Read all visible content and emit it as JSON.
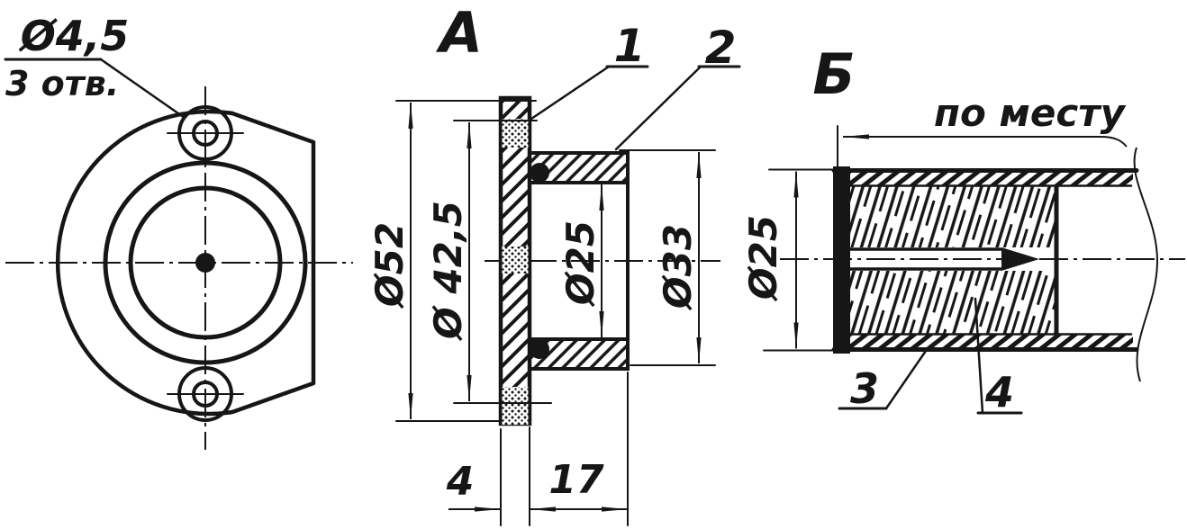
{
  "ink": "#161616",
  "paper": "#ffffff",
  "front": {
    "hole_dia": "Ø4,5",
    "hole_qty": "3 отв."
  },
  "a": {
    "label": "А",
    "c1": "1",
    "c2": "2",
    "d52": "Ø52",
    "d425": "Ø 42,5",
    "d25": "Ø25",
    "d33": "Ø33",
    "t4": "4",
    "l17": "17"
  },
  "b": {
    "label": "Б",
    "note": "по месту",
    "d25": "Ø25",
    "c3": "3",
    "c4": "4"
  }
}
